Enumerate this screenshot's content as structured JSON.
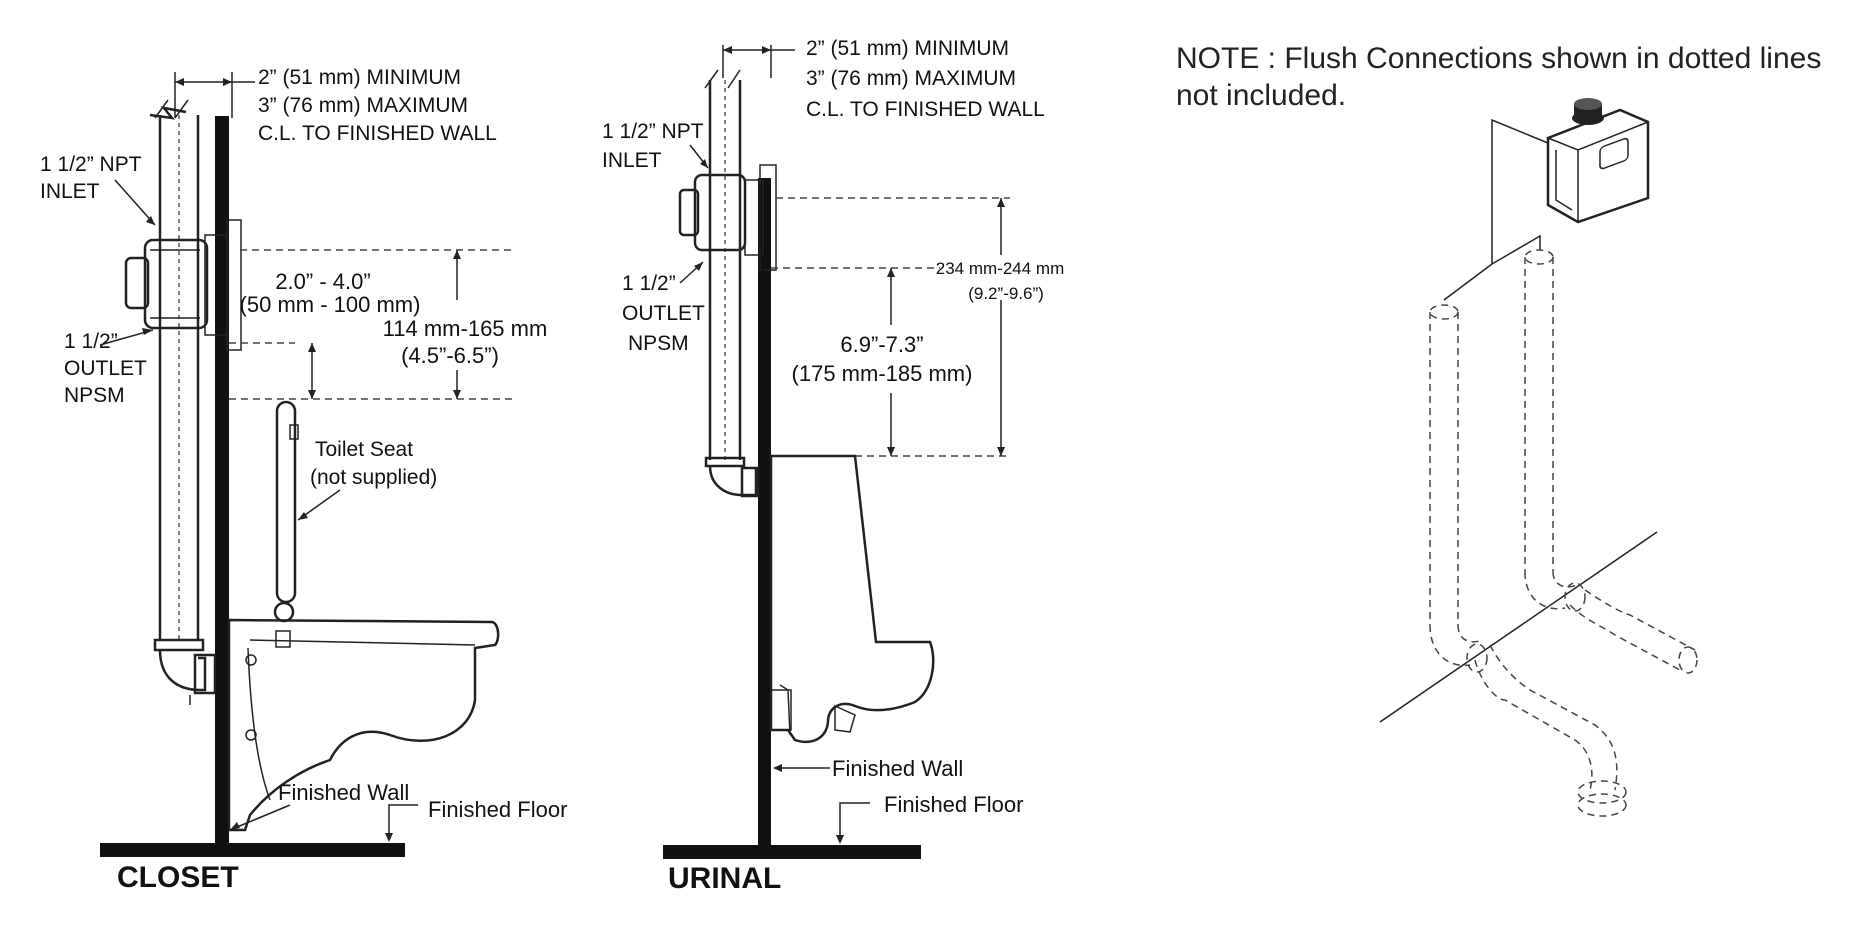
{
  "closet": {
    "title": "CLOSET",
    "dim_top": [
      "2” (51 mm) MINIMUM",
      "3” (76 mm) MAXIMUM",
      "C.L. TO FINISHED WALL"
    ],
    "inlet": [
      "1 1/2” NPT",
      "INLET"
    ],
    "outlet": [
      "1 1/2”",
      "OUTLET",
      "NPSM"
    ],
    "dim_valve": [
      "2.0” - 4.0”",
      "(50 mm - 100 mm)"
    ],
    "dim_height": [
      "114 mm-165 mm",
      "(4.5”-6.5”)"
    ],
    "seat": [
      "Toilet Seat",
      "(not supplied)"
    ],
    "wall": "Finished Wall",
    "floor": "Finished Floor"
  },
  "urinal": {
    "title": "URINAL",
    "dim_top": [
      "2” (51 mm) MINIMUM",
      "3” (76 mm) MAXIMUM",
      "C.L. TO FINISHED WALL"
    ],
    "inlet": [
      "1 1/2” NPT",
      "INLET"
    ],
    "outlet": [
      "1 1/2”",
      "OUTLET",
      "NPSM"
    ],
    "dim_outer": [
      "234 mm-244 mm",
      "(9.2”-9.6”)"
    ],
    "dim_inner": [
      "6.9”-7.3”",
      "(175 mm-185 mm)"
    ],
    "wall": "Finished Wall",
    "floor": "Finished Floor"
  },
  "note": [
    "NOTE : Flush Connections shown in dotted lines",
    "not included."
  ],
  "icons": [
    "flush-valve-icon",
    "sensor-box-icon",
    "pipe-icon"
  ]
}
